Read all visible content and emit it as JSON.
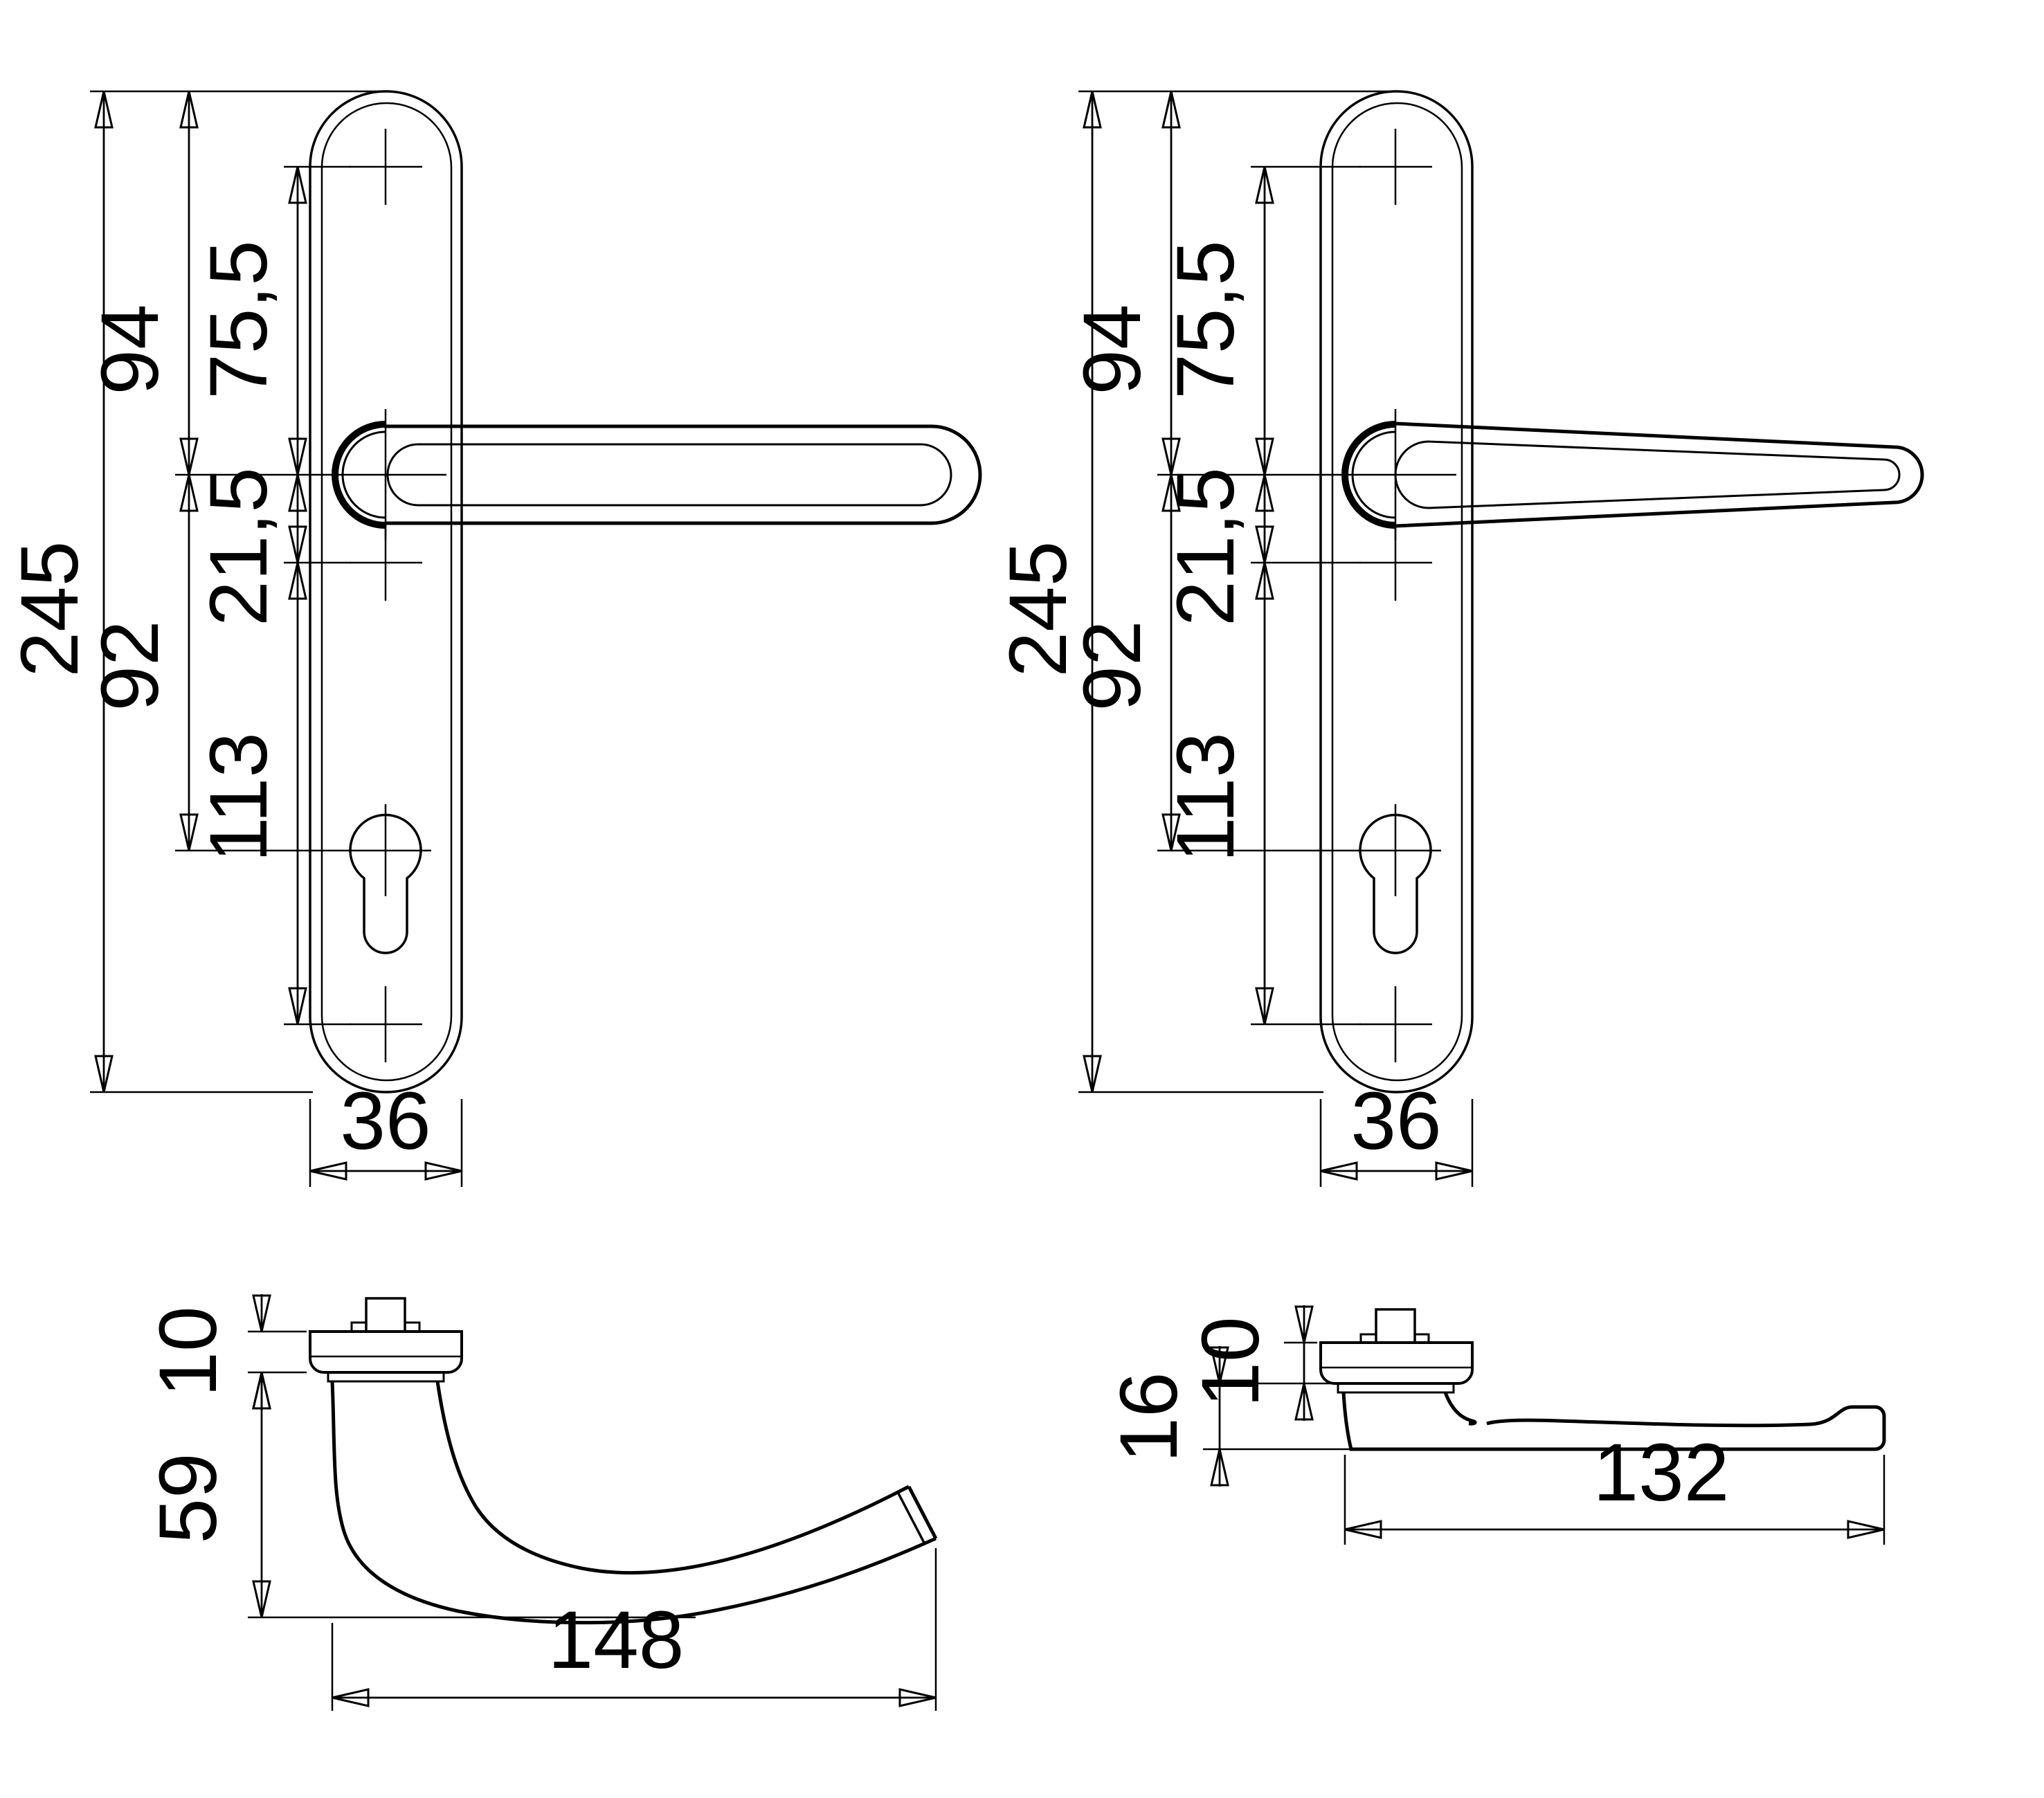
{
  "title": "Door handle set technical dimension drawing",
  "colors": {
    "background": "#ffffff",
    "line": "#000000"
  },
  "views": {
    "front_left": {
      "name": "front view curved lever on long backplate",
      "dims": {
        "total_height": "245",
        "top_to_centre": "94",
        "top_hole_to_centre": "75,5",
        "centre_to_lower_hole": "21,5",
        "centre_to_cylinder": "92",
        "hole_to_hole": "113",
        "plate_width": "36"
      }
    },
    "front_right": {
      "name": "front view straight tapered lever on long backplate",
      "dims": {
        "total_height": "245",
        "top_to_centre": "94",
        "top_hole_to_centre": "75,5",
        "centre_to_lower_hole": "21,5",
        "centre_to_cylinder": "92",
        "hole_to_hole": "113",
        "plate_width": "36"
      }
    },
    "profile_left": {
      "name": "side profile of curved lever",
      "dims": {
        "rose_height": "10",
        "handle_drop": "59",
        "handle_length": "148"
      }
    },
    "profile_right": {
      "name": "side profile of flat lever",
      "dims": {
        "rose_height": "10",
        "neck_height": "16",
        "handle_length": "132"
      }
    }
  }
}
